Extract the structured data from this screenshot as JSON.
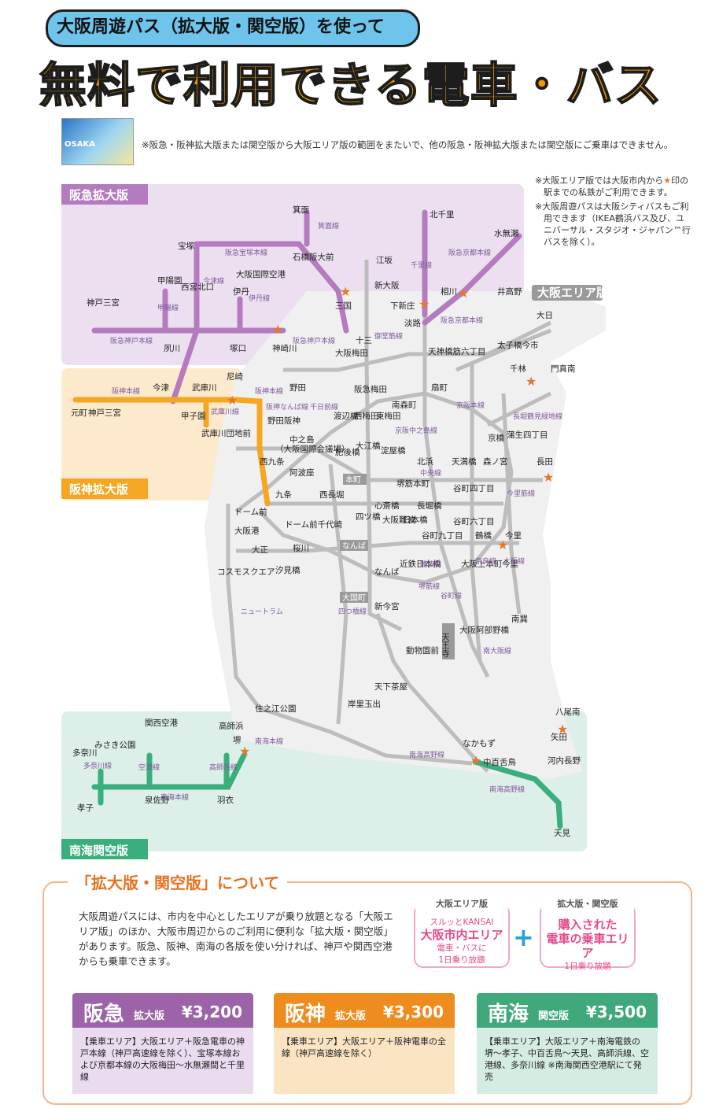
{
  "header": {
    "banner": "大阪周遊パス（拡大版・関空版）を使って",
    "headline": "無料で利用できる電車・バス"
  },
  "card": {
    "label": "OSAKA"
  },
  "notes": {
    "top": "※阪急・阪神拡大版または関空版から大阪エリア版の範囲をまたいで、他の阪急・阪神拡大版または関空版にご乗車はできません。",
    "side1_a": "※大阪エリア版では大阪市内から",
    "side1_b": "印の駅までの私鉄がご利用できます。",
    "side2": "※大阪周遊パスは大阪シティバスもご利用できます（IKEA鶴浜バス及び、ユニバーサル・スタジオ・ジャパン™行バスを除く）。"
  },
  "map": {
    "regions": {
      "hankyu": "阪急拡大版",
      "hanshin": "阪神拡大版",
      "nankai": "南海関空版",
      "osaka": "大阪エリア版",
      "honmachi": "本町",
      "namba": "なんば",
      "daikokucho": "大国町",
      "tennoji": "天王寺"
    },
    "lines": {
      "minoo": "箕面線",
      "takarazuka": "阪急宝塚本線",
      "kobe": "阪急神戸本線",
      "kyoto": "阪急京都本線",
      "senri": "千里線",
      "itami": "伊丹線",
      "imazu": "今津線",
      "koyo": "甲陽線",
      "hanshin_main": "阪神本線",
      "mukogawa": "武庫川線",
      "hanshin_namba": "阪神なんば線",
      "keihan": "京阪本線",
      "nakanoshima": "京阪中之島線",
      "nankai_main": "南海本線",
      "koya": "南海高野線",
      "kuko": "空港線",
      "koshihama": "高師浜線",
      "tanagawa": "多奈川線",
      "chuo": "中央線",
      "midosuji": "御堂筋線",
      "yotsubashi": "四つ橋線",
      "sakaisuji": "堺筋線",
      "tanimachi": "谷町線",
      "sennichimae": "千日前線",
      "imazatosuji": "今里筋線",
      "nagahori": "長堀鶴見緑地線",
      "newtram": "ニュートラム",
      "nara": "奈良線・大阪線",
      "namba_line": "難波線",
      "minami_osaka": "南大阪線"
    },
    "stations": {
      "minoo": "箕面",
      "takarazuka": "宝塚",
      "kitasenri": "北千里",
      "minase": "水無瀬",
      "koyoen": "甲陽園",
      "ishibashi": "石橋阪大前",
      "airport": "大阪国際空港",
      "esaka": "江坂",
      "itami": "伊丹",
      "nishinomiya": "西宮北口",
      "kobesannomiya": "神戸三宮",
      "shukugawa": "夙川",
      "tsukaguchi": "塚口",
      "kanzakigawa": "神崎川",
      "sanno": "三国",
      "shinosaka": "新大阪",
      "shinkansai": "下新庄",
      "aikawa": "相川",
      "imaichi": "井高野",
      "awaji": "淡路",
      "dainichi": "大日",
      "juso": "十三",
      "tenroku": "天神橋筋六丁目",
      "taishi": "太子橋今市",
      "senbayashi": "千林",
      "kadomaminami": "門真南",
      "umeda": "大阪梅田",
      "hankyu_umeda": "阪急梅田",
      "imazu": "今津",
      "mukonosou": "武庫川",
      "amagasaki": "尼崎",
      "noda": "野田",
      "ogimachi": "扇町",
      "minamimorimachi": "南森町",
      "motomachi": "元町",
      "kobesannomiya2": "神戸三宮",
      "koshien": "甲子園",
      "mukogawadanchi": "武庫川団地前",
      "nodahanshin": "野田阪神",
      "nishiumeda": "西梅田",
      "higashiumeda": "東梅田",
      "watanabebashi": "渡辺橋",
      "nakanoshima": "中之島",
      "nakanoshima_sub": "（大阪国際会議場）",
      "higobashi": "肥後橋",
      "oebashi": "大江橋",
      "yodoyabashi": "淀屋橋",
      "kitahama": "北浜",
      "temmabashi": "天満橋",
      "kyobashi": "京橋",
      "gamo": "蒲生四丁目",
      "morinomiya": "森ノ宮",
      "nishikujo": "西九条",
      "awaza": "阿波座",
      "sakaisujihommachi": "堺筋本町",
      "tanimachi4": "谷町四丁目",
      "nagata": "長田",
      "kujo": "九条",
      "nishinagahori": "西長堀",
      "shinsaibashi": "心斎橋",
      "nagahoribashi": "長堀橋",
      "tanimachi6": "谷町六丁目",
      "domemae": "ドーム前",
      "osakako": "大阪港",
      "domemaechiyozaki": "ドーム前千代崎",
      "yotsubashi": "四ツ橋",
      "osakanamba": "大阪難波",
      "nipponbashi": "日本橋",
      "tanimachi9": "谷町九丁目",
      "tsuruhashi": "鶴橋",
      "imazato": "今里",
      "taisho": "大正",
      "sakuragawa": "桜川",
      "shiomibashi": "汐見橋",
      "namba": "なんば",
      "kintetsunippon": "近鉄日本橋",
      "osakauehommachi": "大阪上本町",
      "imazato2": "今里",
      "cosmosquare": "コスモスクエア",
      "shinimamiya": "新今宮",
      "osakaabeno": "大阪阿部野橋",
      "minamitatsumi": "南巽",
      "dobutsuen": "動物園前",
      "tengachaya": "天下茶屋",
      "suminoe": "住之江公園",
      "kishinosato": "岸里玉出",
      "yao": "八尾南",
      "yata": "矢田",
      "nakamozu": "なかもず",
      "nakamozu2": "中百舌鳥",
      "kawachinagano": "河内長野",
      "amami": "天見",
      "kansaiairport": "関西空港",
      "takashinohama": "高師浜",
      "sakai": "堺",
      "misaki": "みさき公園",
      "tanagawa": "多奈川",
      "izumisano": "泉佐野",
      "hagoromo": "羽衣",
      "koshi": "孝子"
    }
  },
  "about": {
    "title": "「拡大版・関空版」について",
    "body": "大阪周遊パスには、市内を中心としたエリアが乗り放題となる「大阪エリア版」のほか、大阪市周辺からのご利用に便利な「拡大版・関空版」があります。阪急、阪神、南海の各版を使い分ければ、神戸や関西空港からも乗車できます。",
    "bubble1_head": "大阪エリア版",
    "bubble1_sub1": "スルッとKANSAI",
    "bubble1_main": "大阪市内エリア",
    "bubble1_sub2": "電車・バスに",
    "bubble1_sub3": "1日乗り放題",
    "plus": "+",
    "bubble2_head": "拡大版・関空版",
    "bubble2_main1": "購入された",
    "bubble2_main2": "電車の乗車エリア",
    "bubble2_sub": "1日乗り放題"
  },
  "passes": [
    {
      "name": "阪急",
      "edition": "拡大版",
      "price": "¥3,200",
      "desc": "【乗車エリア】大阪エリア＋阪急電車の神戸本線（神戸高速線を除く）、宝塚本線および京都本線の大阪梅田〜水無瀬間と千里線",
      "color": "#9c63a8"
    },
    {
      "name": "阪神",
      "edition": "拡大版",
      "price": "¥3,300",
      "desc": "【乗車エリア】大阪エリア＋阪神電車の全線（神戸高速線を除く）",
      "color": "#ee8c1f"
    },
    {
      "name": "南海",
      "edition": "関空版",
      "price": "¥3,500",
      "desc": "【乗車エリア】大阪エリア＋南海電鉄の堺〜孝子、中百舌鳥〜天見、高師浜線、空港線、多奈川線 ※南海関西空港駅にて発売",
      "color": "#3fa97c"
    }
  ],
  "colors": {
    "hankyu": "#b57bbf",
    "hanshin": "#f5a623",
    "nankai": "#3aae7c",
    "gray": "#bdbdbd",
    "star": "#e8762b"
  }
}
